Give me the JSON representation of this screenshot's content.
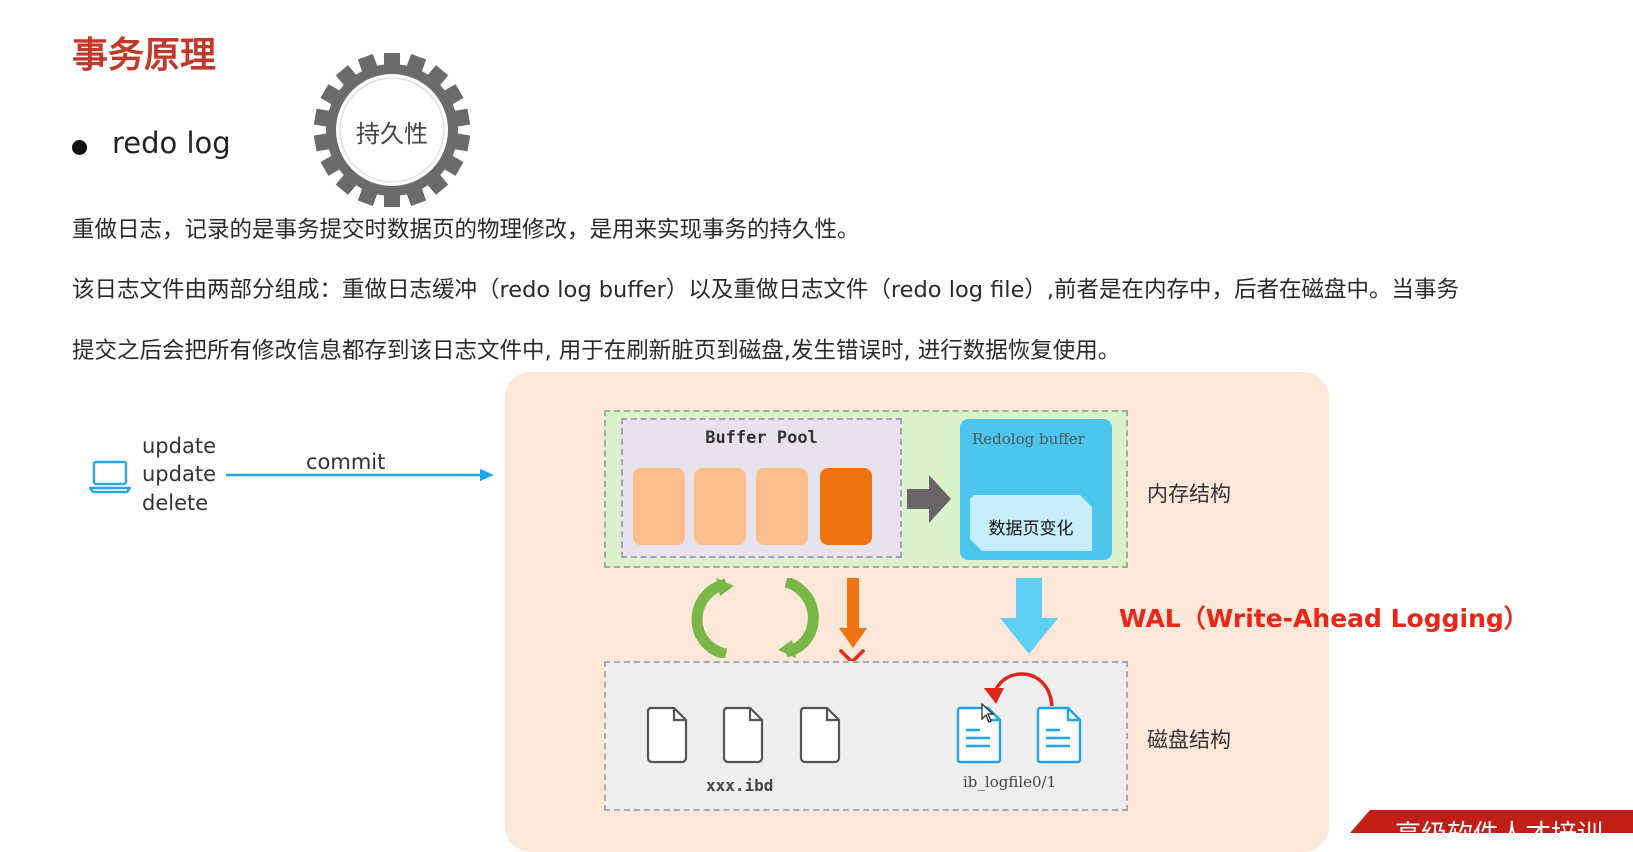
{
  "page": {
    "title": "事务原理",
    "bullet_label": "redo log",
    "gear_label": "持久性",
    "paragraph1": "重做日志，记录的是事务提交时数据页的物理修改，是用来实现事务的持久性。",
    "paragraph2_line1": "该日志文件由两部分组成：重做日志缓冲（redo log buffer）以及重做日志文件（redo log file）,前者是在内存中，后者在磁盘中。当事务",
    "paragraph2_line2": "提交之后会把所有修改信息都存到该日志文件中, 用于在刷新脏页到磁盘,发生错误时, 进行数据恢复使用。"
  },
  "diagram": {
    "client_ops": [
      "update",
      "update",
      "delete"
    ],
    "commit_label": "commit",
    "buffer_pool_label": "Buffer Pool",
    "redolog_buffer_label": "Redolog buffer",
    "data_page_change_label": "数据页变化",
    "memory_structure_label": "内存结构",
    "disk_structure_label": "磁盘结构",
    "ibd_label": "xxx.ibd",
    "logfile_label": "ib_logfile0/1",
    "wal_label": "WAL（Write-Ahead Logging）",
    "icons": [
      "laptop-icon",
      "right-arrow-icon",
      "cycle-arrows-icon",
      "down-arrow-icon",
      "cross-icon",
      "file-icon",
      "log-file-icon",
      "curved-arrow-icon",
      "cursor-icon"
    ]
  },
  "banner": {
    "text": "高级软件人才培训"
  },
  "colors": {
    "title": "#c0392b",
    "wal": "#e8261a",
    "memory_bg": "#d9f2cc",
    "redolog_blue": "#4cc6ee",
    "page_light": "#fcbf8c",
    "page_dark": "#f07312",
    "panel_bg": "#fde7d8",
    "arrow_cyan": "#1ea5e6",
    "arrow_green": "#7ab648",
    "banner": "#c01e16"
  }
}
